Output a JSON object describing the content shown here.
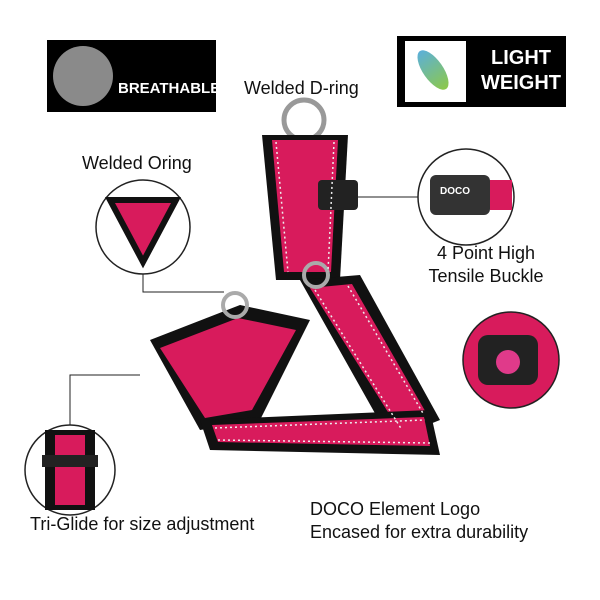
{
  "badges": {
    "breathable": {
      "text": "BREATHABLE",
      "icon": "breathable-mesh-icon"
    },
    "light_weight": {
      "line1": "LIGHT",
      "line2": "WEIGHT",
      "icon": "feather-icon"
    }
  },
  "callouts": {
    "d_ring": "Welded D-ring",
    "o_ring": "Welded Oring",
    "buckle_line1": "4 Point High",
    "buckle_line2": "Tensile Buckle",
    "logo_line1": "DOCO Element Logo",
    "logo_line2": "Encased for extra durability",
    "tri_glide": "Tri-Glide for size adjustment"
  },
  "buckle_brand": "DOCO",
  "colors": {
    "strap": "#d81b5c",
    "trim": "#111111",
    "badge_bg": "#000000"
  }
}
